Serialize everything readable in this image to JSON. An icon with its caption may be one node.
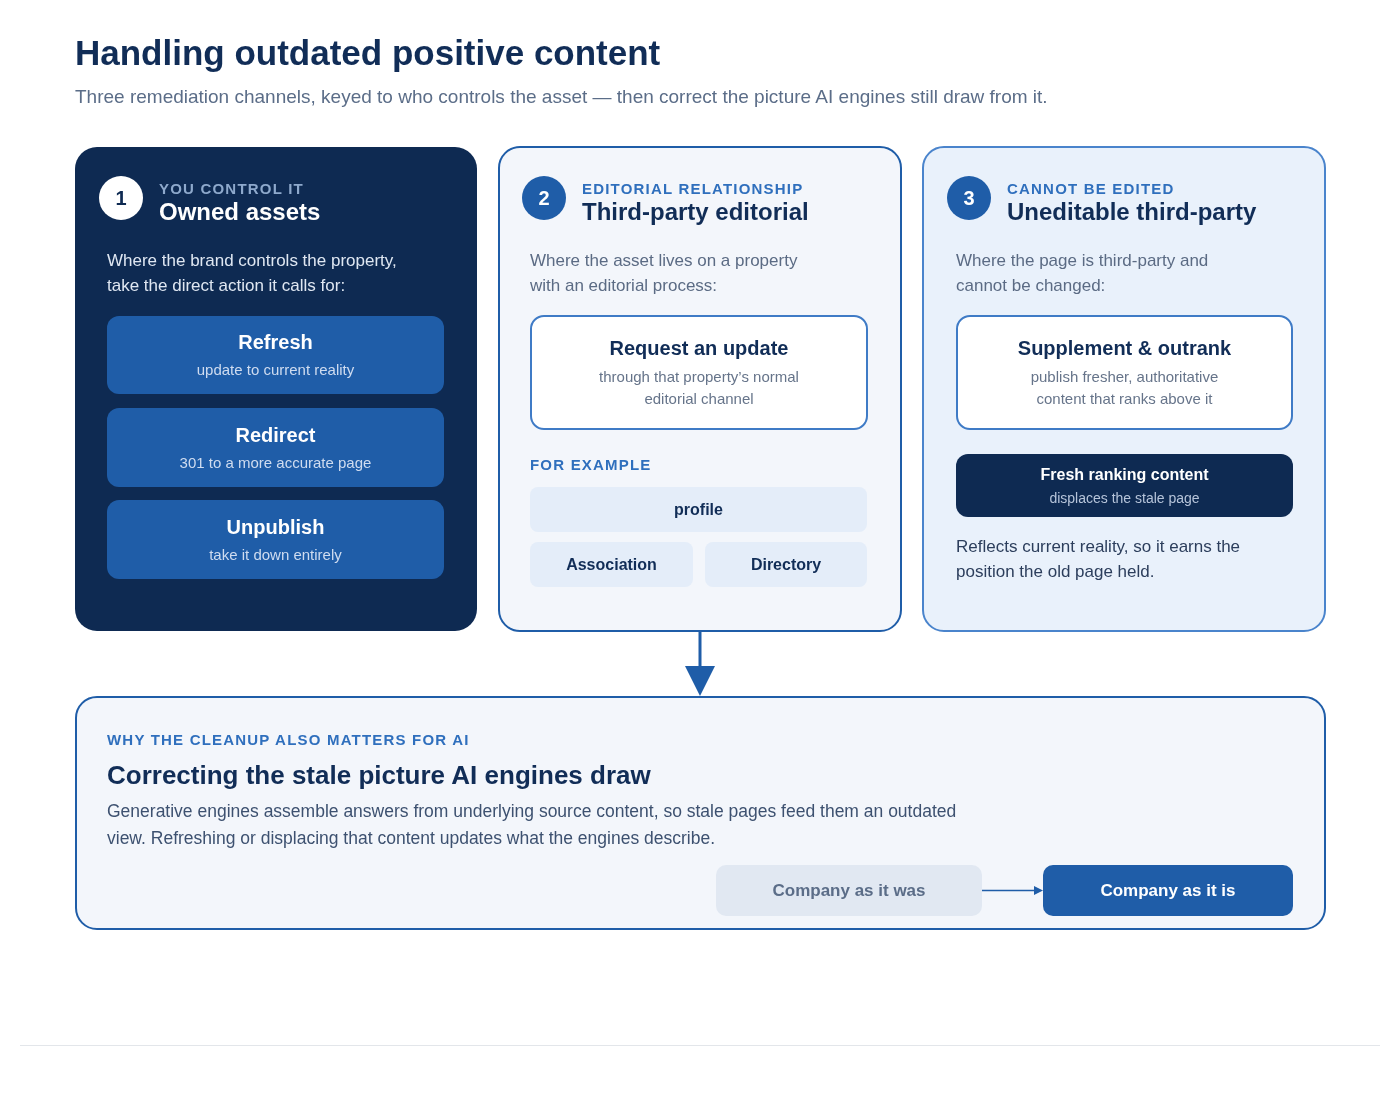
{
  "diagram": {
    "title": "Handling outdated positive content",
    "nodes": [
      {
        "text": [
          "YOU CONTROL IT",
          "Owned assets",
          "Where the brand controls the property, take the direct action it calls for:"
        ]
      },
      {
        "text": [
          "1"
        ],
        "in": 0
      },
      {
        "text": [
          "Refresh",
          "update to current reality"
        ],
        "in": 0
      },
      {
        "text": [
          "Redirect",
          "301 to a more accurate page"
        ],
        "in": 0
      },
      {
        "text": [
          "Unpublish",
          "take it down entirely"
        ],
        "in": 0
      },
      {
        "text": [
          "EDITORIAL RELATIONSHIP",
          "Third-party editorial",
          "Where the asset lives on a property with an editorial process:",
          "FOR EXAMPLE"
        ]
      },
      {
        "text": [
          "2"
        ],
        "in": 5
      },
      {
        "text": [
          "Request an update",
          "through that property’s normal editorial channel"
        ],
        "in": 5
      },
      {
        "text": [
          "profile"
        ],
        "in": 5
      },
      {
        "text": [
          "Association"
        ],
        "in": 5
      },
      {
        "text": [
          "Directory"
        ],
        "in": 5
      },
      {
        "text": [
          "CANNOT BE EDITED",
          "Uneditable third-party",
          "Where the page is third-party and cannot be changed:",
          "Reflects current reality, so it earns the position the old page held."
        ]
      },
      {
        "text": [
          "3"
        ],
        "in": 11
      },
      {
        "text": [
          "Supplement & outrank",
          "publish fresher, authoritative content that ranks above it"
        ],
        "in": 11
      },
      {
        "text": [
          "Fresh ranking content",
          "displaces the stale page"
        ],
        "in": 11
      },
      {
        "text": [
          "WHY THE CLEANUP ALSO MATTERS FOR AI",
          "Correcting the stale picture AI engines draw",
          "Generative engines assemble answers from underlying source content, so stale pages feed them an outdated view. Refreshing or displacing that content updates what the engines describe."
        ]
      },
      {
        "text": [
          "Company as it was"
        ],
        "in": 15
      },
      {
        "text": [
          "Company as it is"
        ],
        "in": 15
      }
    ],
    "edges": [
      {
        "from": 5,
        "to": 15,
        "arrow": "to"
      },
      {
        "from": 16,
        "to": 17,
        "arrow": "to"
      }
    ],
    "labels": [
      "Three remediation channels, keyed to who controls the asset — then correct the picture AI engines still draw from it."
    ]
  }
}
